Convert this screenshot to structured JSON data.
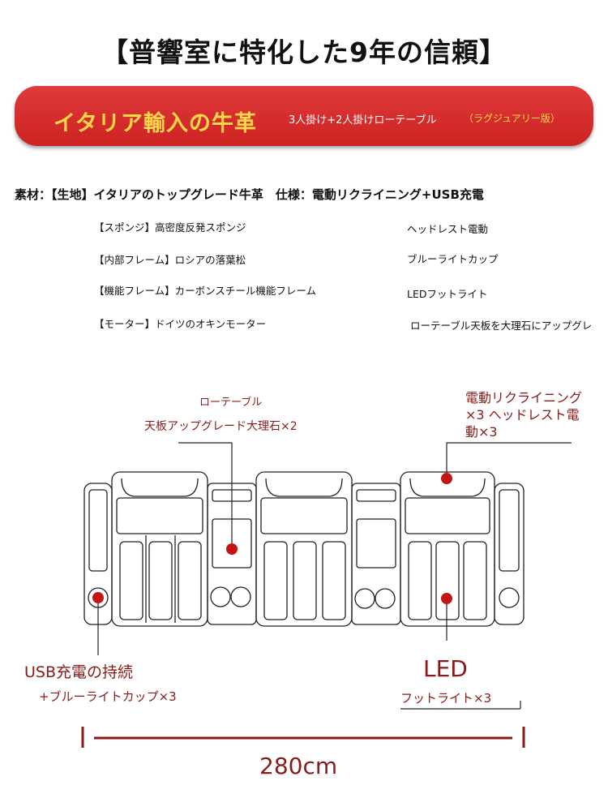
{
  "headline": "【普響室に特化した9年の信頼】",
  "banner": {
    "main": "イタリア輸入の牛革",
    "sub": "3人掛け+2人掛けローテーブル",
    "tag": "（ラグジュアリー版）"
  },
  "specs": {
    "line": "素材：【生地】イタリアのトップグレード牛革　仕様：電動リクライニング+USB充電",
    "left": [
      "【スポンジ】高密度反発スポンジ",
      "【内部フレーム】ロシアの落葉松",
      "【機能フレーム】カーボンスチール機能フレーム",
      "【モーター】ドイツのオキンモーター"
    ],
    "right": [
      "ヘッドレスト電動",
      "ブルーライトカップ",
      "LEDフットライト",
      "ローテーブル天板を大理石にアップグレ"
    ]
  },
  "callouts": {
    "table_label": "ローテーブル",
    "table_detail": "天板アップグレード大理石×2",
    "recliner": "電動リクライニング×3 ヘッドレスト電動×3",
    "usb_title": "USB充電の持続",
    "usb_detail": "+ブルーライトカップ×3",
    "led_title": "LED",
    "led_detail": "フットライト×3"
  },
  "dimension": "280cm",
  "colors": {
    "banner": "#cc2222",
    "accent": "#8a1a1a",
    "marker": "#c41414",
    "banner_text": "#ffd84a"
  }
}
